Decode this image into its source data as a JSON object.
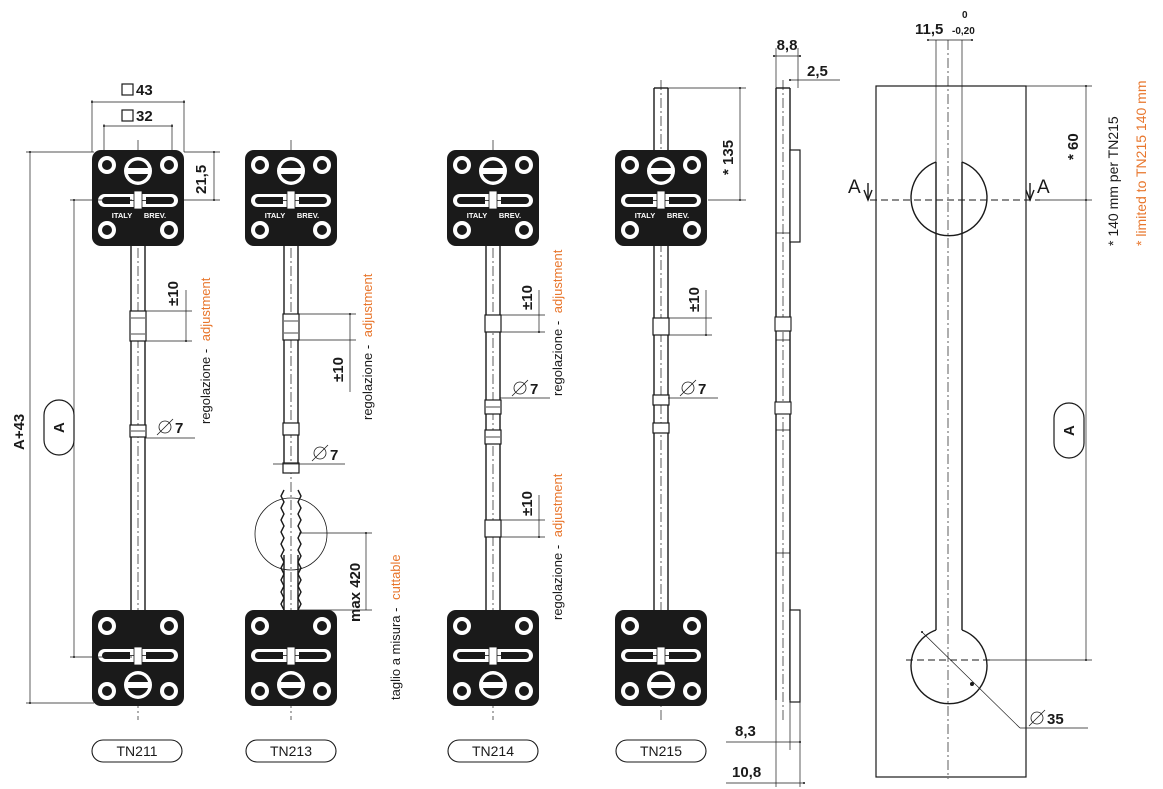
{
  "models": [
    "TN211",
    "TN213",
    "TN214",
    "TN215"
  ],
  "base_plate": {
    "marking_1": "ITALY",
    "marking_2": "BREV."
  },
  "dimensions": {
    "square_outer": "43",
    "square_inner": "32",
    "plate_offset": "21,5",
    "overall": "A+43",
    "rod_length": "A",
    "adjustment": "±10",
    "diameter_rod": "7",
    "max_cut": "max 420",
    "tn215_rod": "* 135",
    "side_width": "8,8",
    "side_plate": "2,5",
    "side_base": "8,3",
    "side_total": "10,8",
    "hole_spacing": "* 60",
    "slot_width": "11,5",
    "tol_upper": "0",
    "tol_lower": "-0,20",
    "hole_diameter": "35",
    "section": "A"
  },
  "labels": {
    "regolazione": "regolazione -",
    "adjustment": "adjustment",
    "taglio": "taglio a misura -",
    "cuttable": "cuttable",
    "note_it": "* 140 mm per TN215",
    "note_en": "* limited to TN215 140 mm"
  },
  "colors": {
    "line": "#1a1a1a",
    "accent": "#e8762c"
  }
}
